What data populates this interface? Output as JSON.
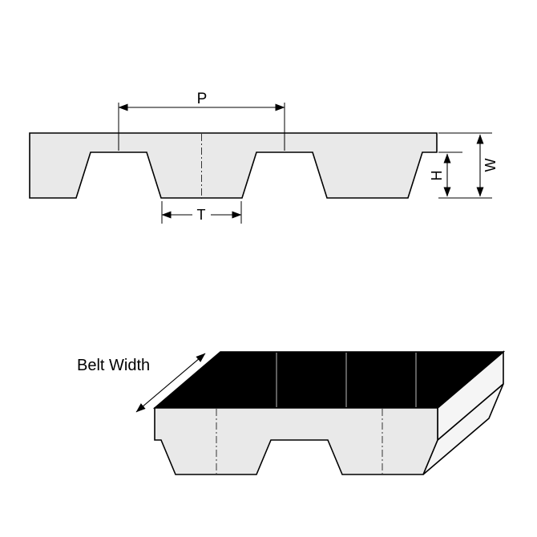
{
  "colors": {
    "background": "#ffffff",
    "belt_fill": "#e9e9e9",
    "top_surface": "#000000",
    "end_face": "#f5f5f5",
    "line": "#000000"
  },
  "profile_view": {
    "pitch_label": "P",
    "tooth_width_label": "T",
    "tooth_height_label": "H",
    "belt_thickness_label": "W"
  },
  "iso_view": {
    "belt_width_label": "Belt Width"
  }
}
